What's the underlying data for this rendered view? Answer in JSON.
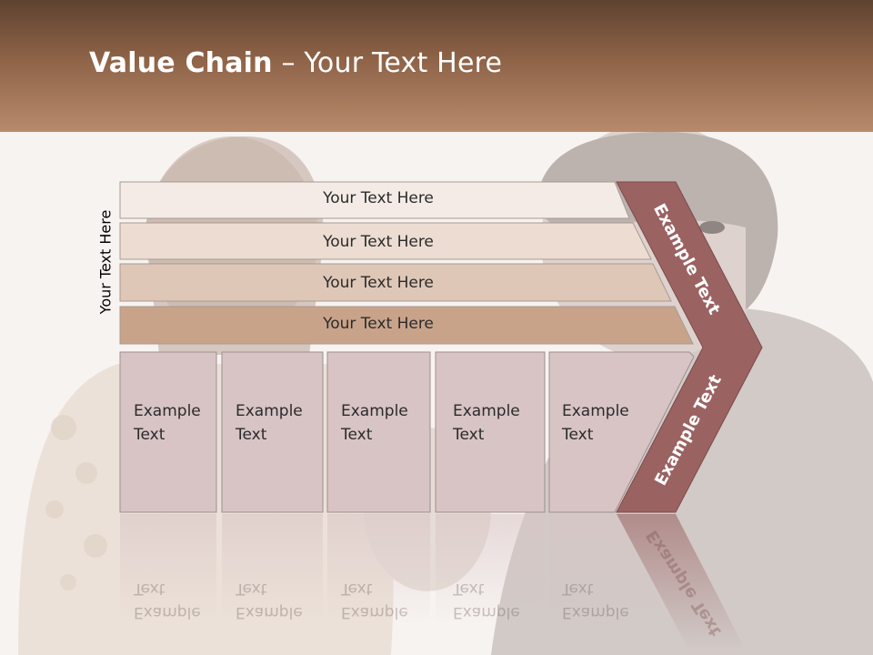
{
  "header": {
    "title_bold": "Value Chain",
    "title_rest": " – Your Text Here"
  },
  "side_label": "Your Text Here",
  "bands": [
    {
      "label": "Your Text Here",
      "color": "#f4ebe6"
    },
    {
      "label": "Your Text Here",
      "color": "#ecdcd1"
    },
    {
      "label": "Your Text Here",
      "color": "#dfc7b7"
    },
    {
      "label": "Your Text Here",
      "color": "#c9a389"
    }
  ],
  "boxes": [
    {
      "line1": "Example",
      "line2": "Text"
    },
    {
      "line1": "Example",
      "line2": "Text"
    },
    {
      "line1": "Example",
      "line2": "Text"
    },
    {
      "line1": "Example",
      "line2": "Text"
    },
    {
      "line1": "Example",
      "line2": "Text"
    }
  ],
  "chevron": {
    "upper_label": "Example Text",
    "lower_label": "Example Text",
    "color": "#9b6262"
  },
  "colors": {
    "box_fill": "#d8c4c4",
    "header_dark": "#5e4230",
    "header_light": "#b88a6c"
  }
}
